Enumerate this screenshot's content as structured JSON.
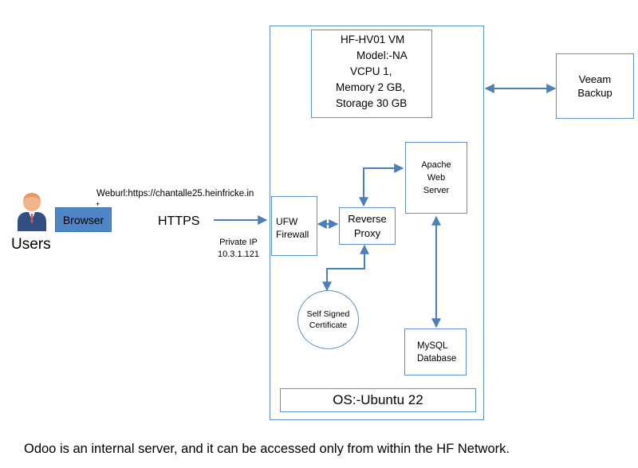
{
  "users": {
    "label": "Users"
  },
  "browser": {
    "label": "Browser"
  },
  "weburl": {
    "label": "Weburl:https://chantalle25.heinfricke.in"
  },
  "https": {
    "label": "HTTPS"
  },
  "private_ip": {
    "line1": "Private IP",
    "line2": "10.3.1.121"
  },
  "vm": {
    "line1": "HF-HV01 VM",
    "line2": "Model:-NA",
    "line3": "VCPU 1,",
    "line4": "Memory 2 GB,",
    "line5": "Storage 30 GB"
  },
  "veeam": {
    "line1": "Veeam",
    "line2": "Backup"
  },
  "ufw": {
    "line1": "UFW",
    "line2": "Firewall"
  },
  "proxy": {
    "line1": "Reverse",
    "line2": "Proxy"
  },
  "apache": {
    "line1": "Apache",
    "line2": "Web",
    "line3": "Server"
  },
  "cert": {
    "line1": "Self Signed",
    "line2": "Certificate"
  },
  "mysql": {
    "line1": "MySQL",
    "line2": "Database"
  },
  "os": {
    "label": "OS:-Ubuntu 22"
  },
  "footer": {
    "note": "Odoo is an internal server, and it can be accessed only from within the HF Network."
  },
  "colors": {
    "border": "#5b8fc7",
    "arrow": "#4a7fb8",
    "browser_fill": "#4f86c8",
    "user_skin": "#f2b48a",
    "user_suit": "#2f4f82"
  }
}
